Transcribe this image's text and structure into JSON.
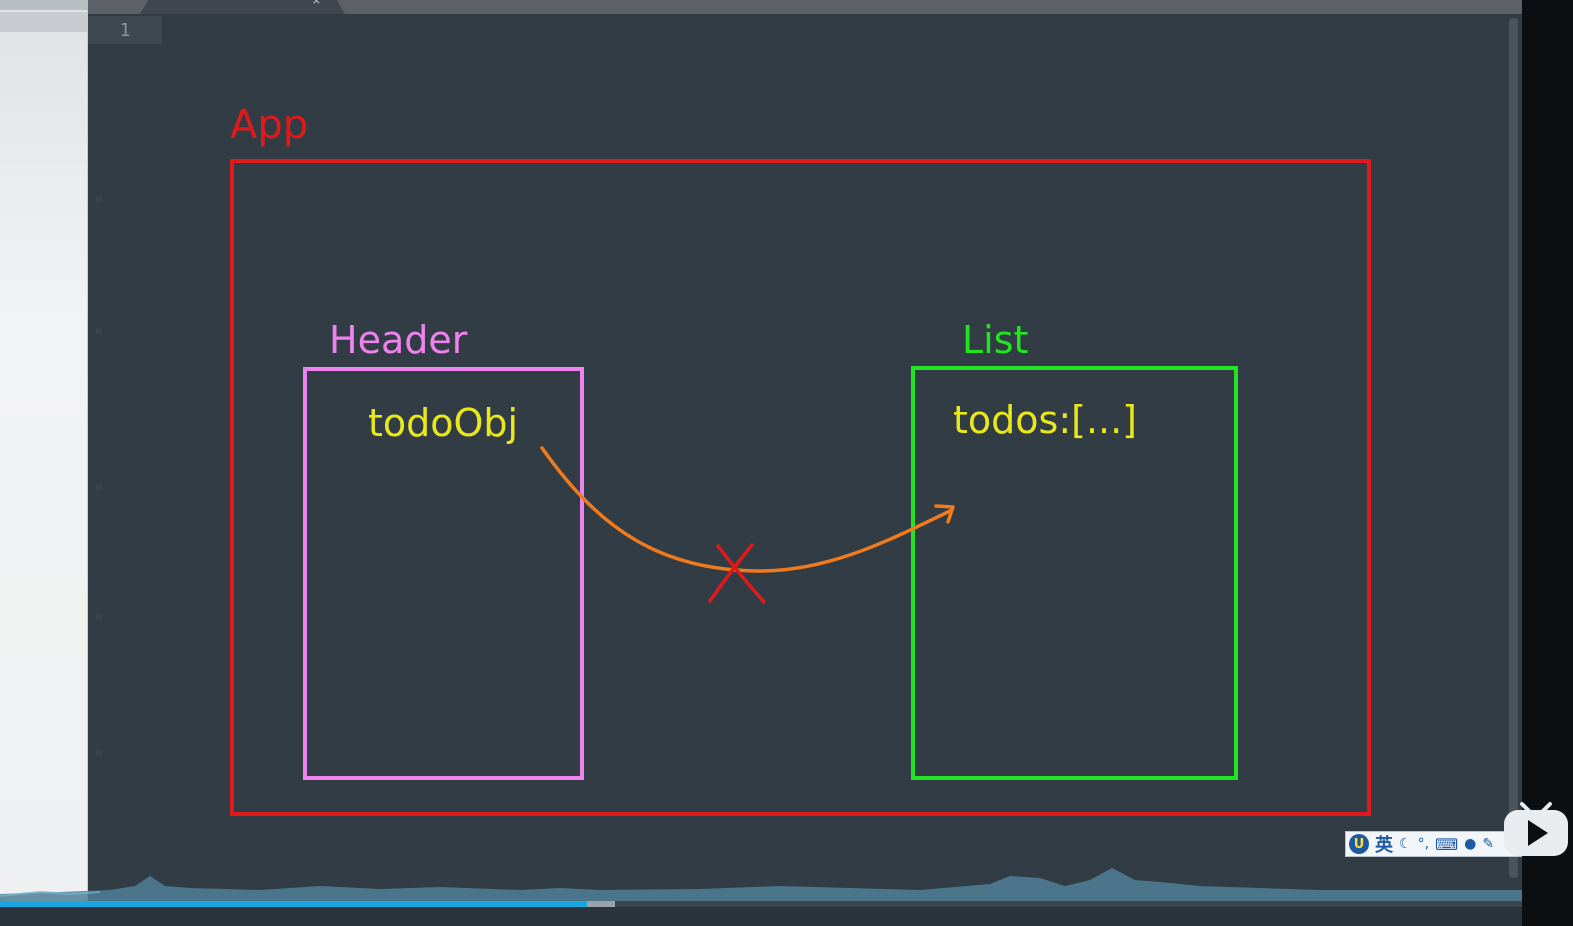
{
  "editor": {
    "tab_title": "",
    "tab_close": "×",
    "line_number": "1"
  },
  "diagram": {
    "app_label": "App",
    "header_label": "Header",
    "list_label": "List",
    "header_content": "todoObj",
    "list_content": "todos:[...]",
    "colors": {
      "app": "#e01a1a",
      "header": "#ee82ee",
      "list": "#22e422",
      "text": "#e8e81a",
      "arrow": "#f07a1c",
      "cross": "#e01a1a"
    }
  },
  "ime": {
    "logo": "U",
    "language": "英",
    "moon_icon": "moon-icon",
    "punct_icon": "punctuation-icon",
    "keyboard_icon": "keyboard-icon",
    "user_icon": "user-icon",
    "wrench_icon": "wrench-icon"
  },
  "player": {
    "progress": 0.386,
    "play_icon": "play-icon"
  }
}
